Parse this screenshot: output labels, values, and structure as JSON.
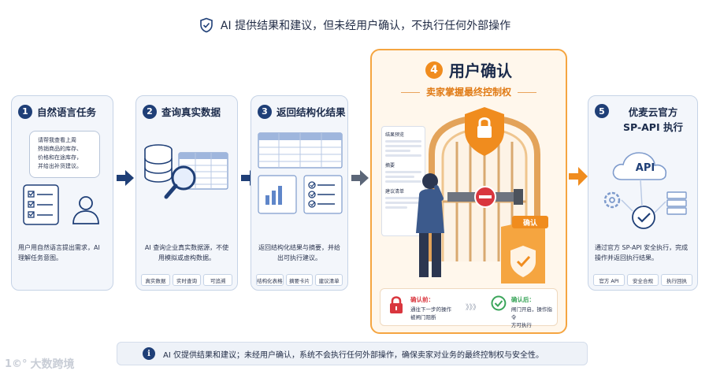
{
  "banner": {
    "text": "AI 提供结果和建议，但未经用户确认，不执行任何外部操作",
    "icon": "shield-check-icon"
  },
  "steps": [
    {
      "num": "1",
      "title": "自然语言任务",
      "bubble": [
        "请帮我查看上周",
        "热销商品的库存、",
        "价格和在途库存，",
        "并给出补货建议。"
      ],
      "desc": "用户用自然语言提出需求，AI 理解任务意图。",
      "tags": []
    },
    {
      "num": "2",
      "title": "查询真实数据",
      "desc": "AI 查询企业真实数据源，不使用模拟或虚构数据。",
      "tags": [
        "真实数据",
        "实时查询",
        "可追溯"
      ]
    },
    {
      "num": "3",
      "title": "返回结构化结果",
      "desc": "返回结构化结果与摘要，并给出可执行建议。",
      "tags": [
        "结构化表格",
        "摘要卡片",
        "建议清单"
      ]
    },
    {
      "num": "4",
      "title": "用户确认",
      "subtitle": "卖家掌握最终控制权",
      "preview": {
        "title": "结果预览",
        "summary": "摘要",
        "list": "建议清单"
      },
      "confirm_button": "确认",
      "before": {
        "title": "确认前：",
        "text": [
          "通往下一步的操作",
          "被闸门阻断"
        ]
      },
      "separator": "》》》",
      "after": {
        "title": "确认后：",
        "text": [
          "闸门开启，操作指令",
          "方可执行"
        ]
      }
    },
    {
      "num": "5",
      "title": [
        "优麦云官方",
        "SP-API 执行"
      ],
      "api_label": "API",
      "desc": "通过官方 SP-API 安全执行，完成操作并返回执行结果。",
      "tags": [
        "官方 API",
        "安全合规",
        "执行回执"
      ]
    }
  ],
  "footer": {
    "text": "AI 仅提供结果和建议；未经用户确认，系统不会执行任何外部操作，确保卖家对业务的最终控制权与安全性。"
  },
  "watermark": {
    "text": "大数跨境",
    "logo": "1©°"
  },
  "colors": {
    "navy": "#1f3f77",
    "orange": "#f08c1e",
    "card_bg": "#f3f6fb",
    "green": "#3aa55a",
    "red": "#d9363e"
  }
}
